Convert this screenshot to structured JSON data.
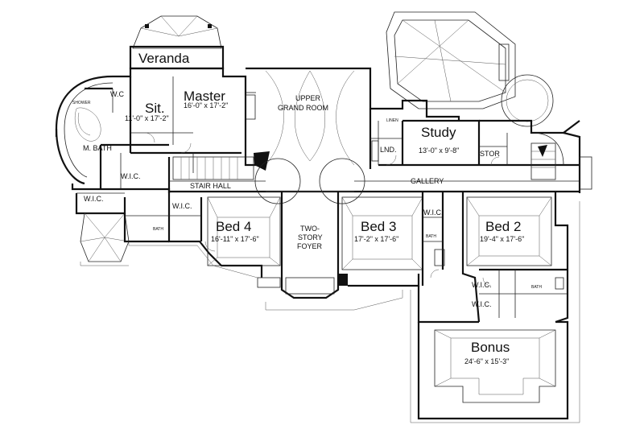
{
  "rooms": {
    "veranda": {
      "name": "Veranda"
    },
    "master": {
      "name": "Master",
      "dims": "16'-0\" x 17'-2\""
    },
    "sitting": {
      "name": "Sit.",
      "dims": "11'-0\" x 17'-2\""
    },
    "wc": {
      "name": "W.C"
    },
    "shower": {
      "name": "SHOWER"
    },
    "mbath": {
      "name": "M. BATH"
    },
    "wic_master": {
      "name": "W.I.C."
    },
    "wic_mbath": {
      "name": "W.I.C."
    },
    "upper_grand_room": {
      "line1": "UPPER",
      "line2": "GRAND ROOM"
    },
    "study": {
      "name": "Study",
      "dims": "13'-0\" x 9'-8\""
    },
    "linen": {
      "name": "LINEN"
    },
    "laundry": {
      "name": "LND."
    },
    "storage": {
      "name": "STOR"
    },
    "gallery": {
      "name": "GALLERY"
    },
    "stair_hall": {
      "name": "STAIR HALL"
    },
    "wic_bed4": {
      "name": "W.I.C."
    },
    "bath_bed4": {
      "name": "BATH"
    },
    "bed4": {
      "name": "Bed 4",
      "dims": "16'-11\" x 17'-6\""
    },
    "foyer": {
      "line1": "TWO-",
      "line2": "STORY",
      "line3": "FOYER"
    },
    "bed3": {
      "name": "Bed 3",
      "dims": "17'-2\" x 17'-6\""
    },
    "wic_bed3": {
      "name": "W.I.C."
    },
    "bath_bed3": {
      "name": "BATH"
    },
    "bed2": {
      "name": "Bed 2",
      "dims": "19'-4\" x 17'-6\""
    },
    "wic_bed2a": {
      "name": "W.I.C."
    },
    "wic_bed2b": {
      "name": "W.I.C."
    },
    "bath_bed2": {
      "name": "BATH"
    },
    "bonus": {
      "name": "Bonus",
      "dims": "24'-6\" x 15'-3\""
    }
  }
}
